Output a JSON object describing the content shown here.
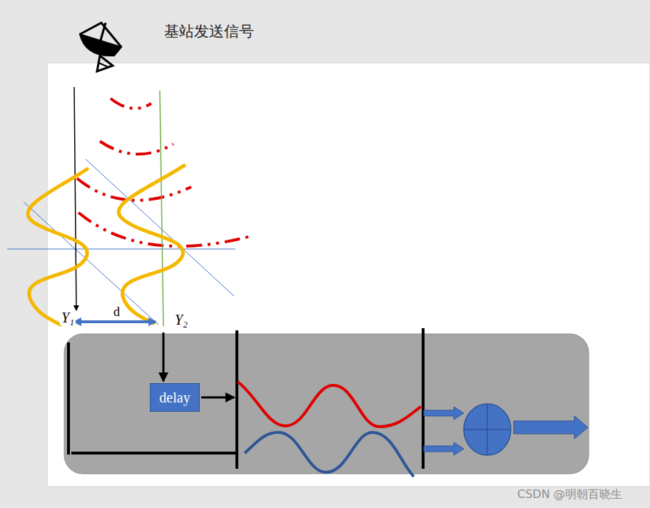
{
  "diagram": {
    "title": "基站发送信号",
    "nodes": [
      {
        "text": [
          "delay"
        ]
      }
    ],
    "labels": [
      "Y₁",
      "d",
      "Y₂",
      "CSDN @明朝百晓生"
    ]
  }
}
